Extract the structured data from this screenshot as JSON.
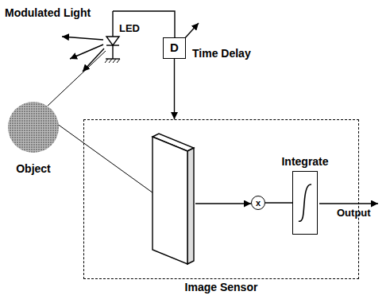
{
  "diagram": {
    "nodes": [
      {
        "text": [
          "Object"
        ]
      },
      {
        "text": [
          "D",
          "Time Delay"
        ]
      },
      {
        "text": [
          "Image Sensor"
        ]
      },
      {
        "text": [
          "x"
        ],
        "in": 2
      },
      {
        "text": [
          "Integrate"
        ],
        "in": 2
      }
    ],
    "edges": [
      {
        "from": 1,
        "to": 2,
        "arrow": "to"
      },
      {
        "from": 3,
        "to": 4,
        "arrow": "none"
      }
    ],
    "labels": [
      "Modulated Light",
      "LED",
      "Output"
    ]
  }
}
